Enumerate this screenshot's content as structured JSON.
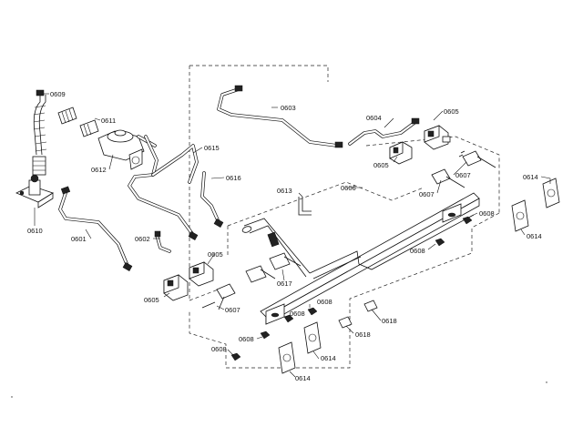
{
  "diagram": {
    "callouts": {
      "c0601": "0601",
      "c0602": "0602",
      "c0603": "0603",
      "c0604": "0604",
      "c0605_a": "0605",
      "c0605_b": "0605",
      "c0605_c": "0605",
      "c0605_d": "0605",
      "c0606": "0606",
      "c0607_a": "0607",
      "c0607_b": "0607",
      "c0607_c": "0607",
      "c0608_a": "0608",
      "c0608_b": "0608",
      "c0608_c": "0608",
      "c0608_d": "0608",
      "c0608_e": "0608",
      "c0608_f": "0608",
      "c0609": "0609",
      "c0610": "0610",
      "c0611": "0611",
      "c0612": "0612",
      "c0613": "0613",
      "c0614_a": "0614",
      "c0614_b": "0614",
      "c0614_c": "0614",
      "c0614_d": "0614",
      "c0615": "0615",
      "c0616": "0616",
      "c0617": "0617",
      "c0618_a": "0618",
      "c0618_b": "0618"
    }
  }
}
